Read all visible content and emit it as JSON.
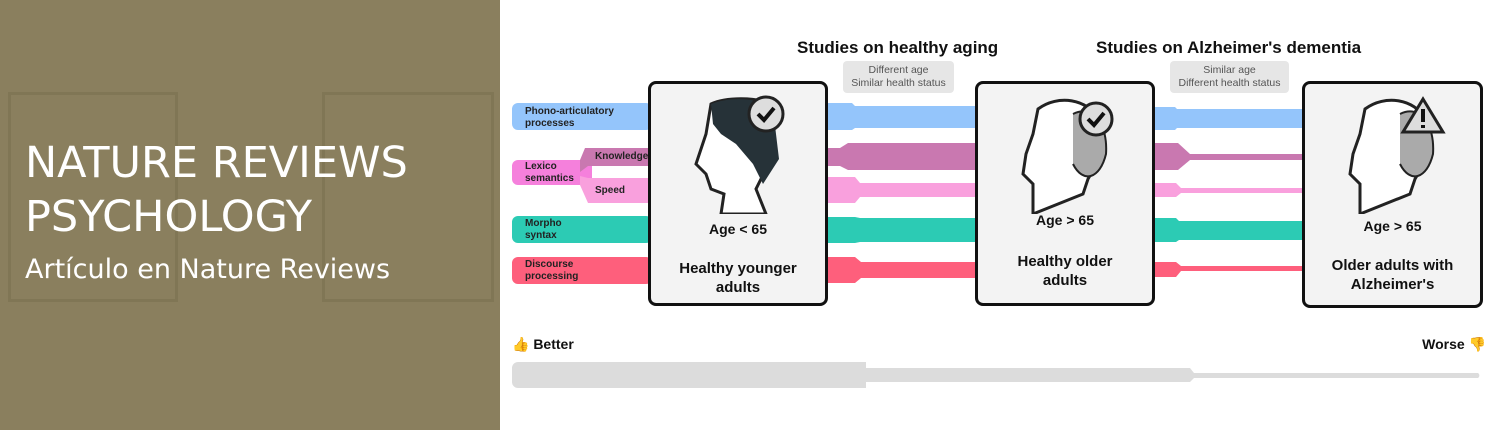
{
  "banner": {
    "line1": "NATURE REVIEWS",
    "line2": "PSYCHOLOGY",
    "subtitle": "Artículo en Nature Reviews"
  },
  "headings": {
    "healthy_aging": "Studies on healthy aging",
    "alzheimers": "Studies on Alzheimer's dementia"
  },
  "comparisons": [
    {
      "line1": "Different age",
      "line2": "Similar health status"
    },
    {
      "line1": "Similar age",
      "line2": "Different health status"
    }
  ],
  "domains": [
    {
      "label": "Phono-articulatory processes",
      "color": "#94c5fb"
    },
    {
      "label": "Lexico semantics",
      "color": "#f580dc",
      "sub": [
        {
          "label": "Knowledge",
          "color": "#c978b0"
        },
        {
          "label": "Speed",
          "color": "#f9a0dd"
        }
      ]
    },
    {
      "label": "Morpho syntax",
      "color": "#2ccbb4"
    },
    {
      "label": "Discourse processing",
      "color": "#fe5f7c"
    }
  ],
  "groups": [
    {
      "age": "Age < 65",
      "title": "Healthy younger adults",
      "badge": "check-icon"
    },
    {
      "age": "Age > 65",
      "title": "Healthy older adults",
      "badge": "check-icon"
    },
    {
      "age": "Age > 65",
      "title": "Older adults with Alzheimer's",
      "badge": "warning-icon"
    }
  ],
  "scale": {
    "better": "👍 Better",
    "worse": "Worse 👎"
  }
}
